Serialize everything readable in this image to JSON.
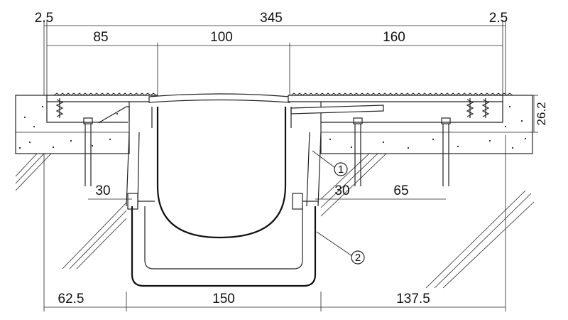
{
  "dimensions": {
    "top_left_gap": "2.5",
    "top_overall": "345",
    "top_right_gap": "2.5",
    "top_left": "85",
    "top_middle": "100",
    "top_right": "160",
    "right_height": "26.2",
    "anchor_left": "30",
    "anchor_right": "30",
    "anchor_spacing": "65",
    "bottom_left": "62.5",
    "bottom_middle": "150",
    "bottom_right": "137.5"
  },
  "callouts": {
    "one": "1",
    "two": "2"
  }
}
